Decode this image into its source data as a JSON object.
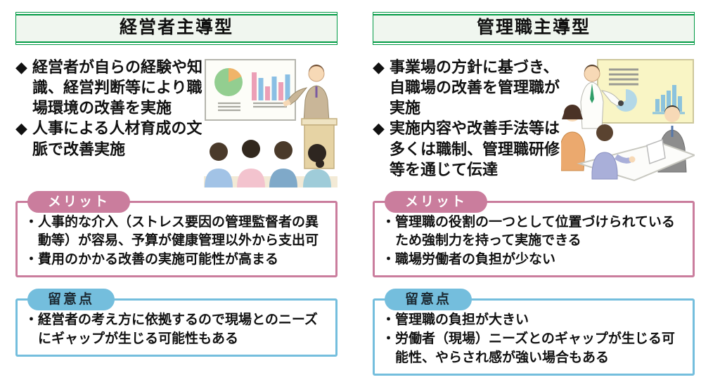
{
  "markers": {
    "bullet": "◆",
    "item": "・"
  },
  "colors": {
    "header_green": "#009a44",
    "header_bg": "#f0f6ef",
    "merit_pink": "#ca7d9d",
    "note_blue": "#74bedd",
    "text": "#111111"
  },
  "panels": [
    {
      "title": "経営者主導型",
      "bullets": [
        "経営者が自らの経験や知識、経営判断等により職場環境の改善を実施",
        "人事による人材育成の文脈で改善実施"
      ],
      "illustration": "presentation-scene",
      "merit": {
        "label": "メリット",
        "items": [
          "人事的な介入（ストレス要因の管理監督者の異動等）が容易、予算が健康管理以外から支出可",
          "費用のかかる改善の実施可能性が高まる"
        ]
      },
      "note": {
        "label": "留意点",
        "items": [
          "経営者の考え方に依拠するので現場とのニーズにギャップが生じる可能性もある"
        ]
      }
    },
    {
      "title": "管理職主導型",
      "bullets": [
        "事業場の方針に基づき、自職場の改善を管理職が実施",
        "実施内容や改善手法等は多くは職制、管理職研修等を通じて伝達"
      ],
      "illustration": "meeting-scene",
      "merit": {
        "label": "メリット",
        "items": [
          "管理職の役割の一つとして位置づけられているため強制力を持って実施できる",
          "職場労働者の負担が少ない"
        ]
      },
      "note": {
        "label": "留意点",
        "items": [
          "管理職の負担が大きい",
          "労働者（現場）ニーズとのギャップが生じる可能性、やらされ感が強い場合もある"
        ]
      }
    }
  ]
}
